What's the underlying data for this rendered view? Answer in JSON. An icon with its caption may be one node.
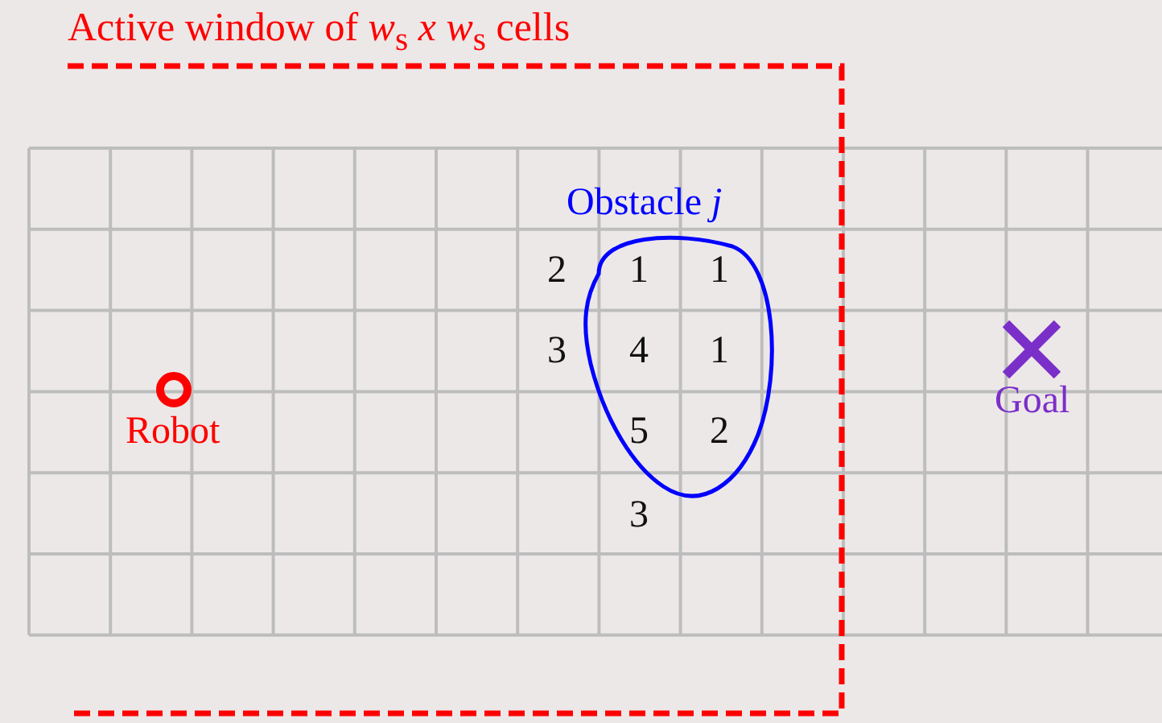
{
  "diagram": {
    "title": "Active window of *w*$_{s}$ *x* *w*$_{s}$ cells",
    "nodes": [
      {
        "text": [
          "Robot"
        ]
      },
      {
        "text": [
          "Goal"
        ]
      },
      {
        "text": [
          "Obstacle *j*"
        ]
      }
    ],
    "labels": [
      "2",
      "1",
      "1",
      "3",
      "4",
      "1",
      "5",
      "2",
      "3"
    ]
  }
}
